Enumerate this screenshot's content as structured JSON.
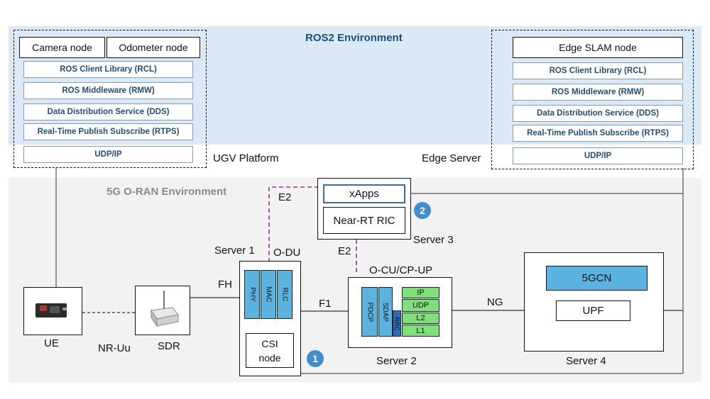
{
  "ros2": {
    "title": "ROS2 Environment",
    "ugv_nodes": [
      "Camera node",
      "Odometer node"
    ],
    "edge_node": "Edge SLAM node",
    "stack": [
      "ROS Client Library (RCL)",
      "ROS Middleware (RMW)",
      "Data Distribution Service (DDS)",
      "Real-Time Publish Subscribe (RTPS)",
      "UDP/IP"
    ],
    "ugv_label": "UGV Platform",
    "edge_label": "Edge Server"
  },
  "oran": {
    "title": "5G O-RAN Environment",
    "ue": "UE",
    "nr_uu": "NR-Uu",
    "sdr": "SDR",
    "fh": "FH",
    "server1": "Server 1",
    "odu": "O-DU",
    "du_layers": [
      "PHY",
      "MAC",
      "RLC"
    ],
    "csi_node": "CSI node",
    "f1": "F1",
    "ocu": "O-CU/CP-UP",
    "cu_layers": [
      "PDCP",
      "SDAP",
      "RRC"
    ],
    "cu_stack": [
      "IP",
      "UDP",
      "L2",
      "L1"
    ],
    "server2": "Server 2",
    "xapps": "xApps",
    "near_rt_ric": "Near-RT RIC",
    "server3": "Server 3",
    "e2_top": "E2",
    "e2_mid": "E2",
    "ng": "NG",
    "core": "5GCN",
    "upf": "UPF",
    "server4": "Server 4",
    "badge1": "1",
    "badge2": "2"
  },
  "colors": {
    "ros_bg": "#dbe8f6",
    "ran_bg": "#f2f2f2",
    "ros_text": "#1f4e79",
    "layer_blue": "#5bb3e0",
    "layer_green": "#7de07a",
    "e2_dashed": "#8b3a8f",
    "badge": "#3f8fd0"
  }
}
